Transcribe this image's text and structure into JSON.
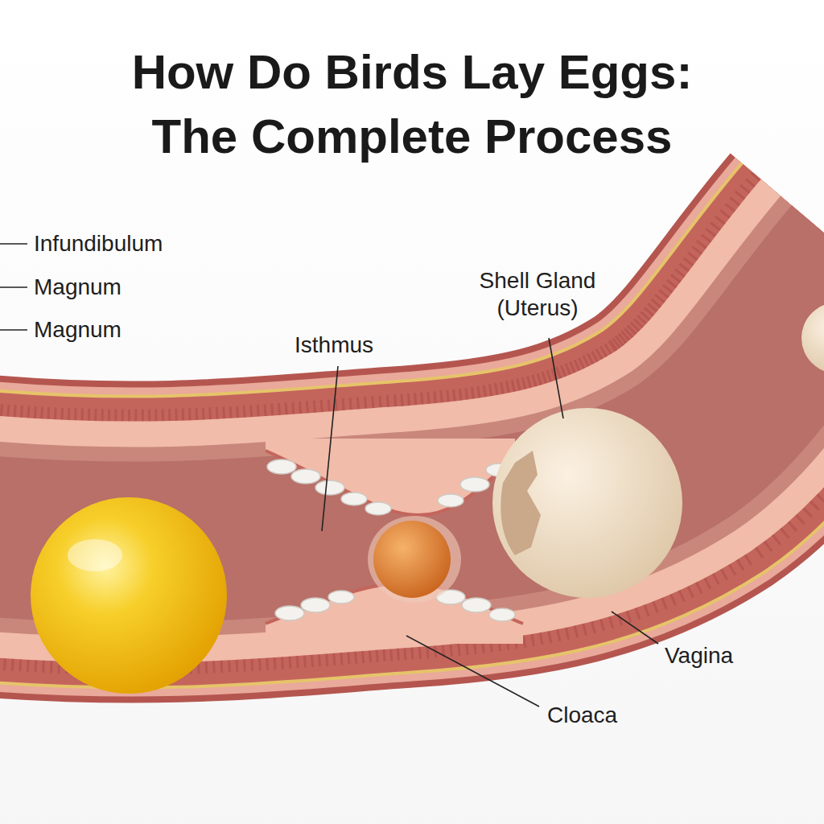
{
  "diagram": {
    "title": "How Do Birds Lay Eggs: The Complete Process",
    "labels": [
      "Infundibulum",
      "Magnum",
      "Magnum",
      "Isthmus",
      "Shell Gland (Uterus)",
      "Vagina",
      "Cloaca"
    ]
  }
}
